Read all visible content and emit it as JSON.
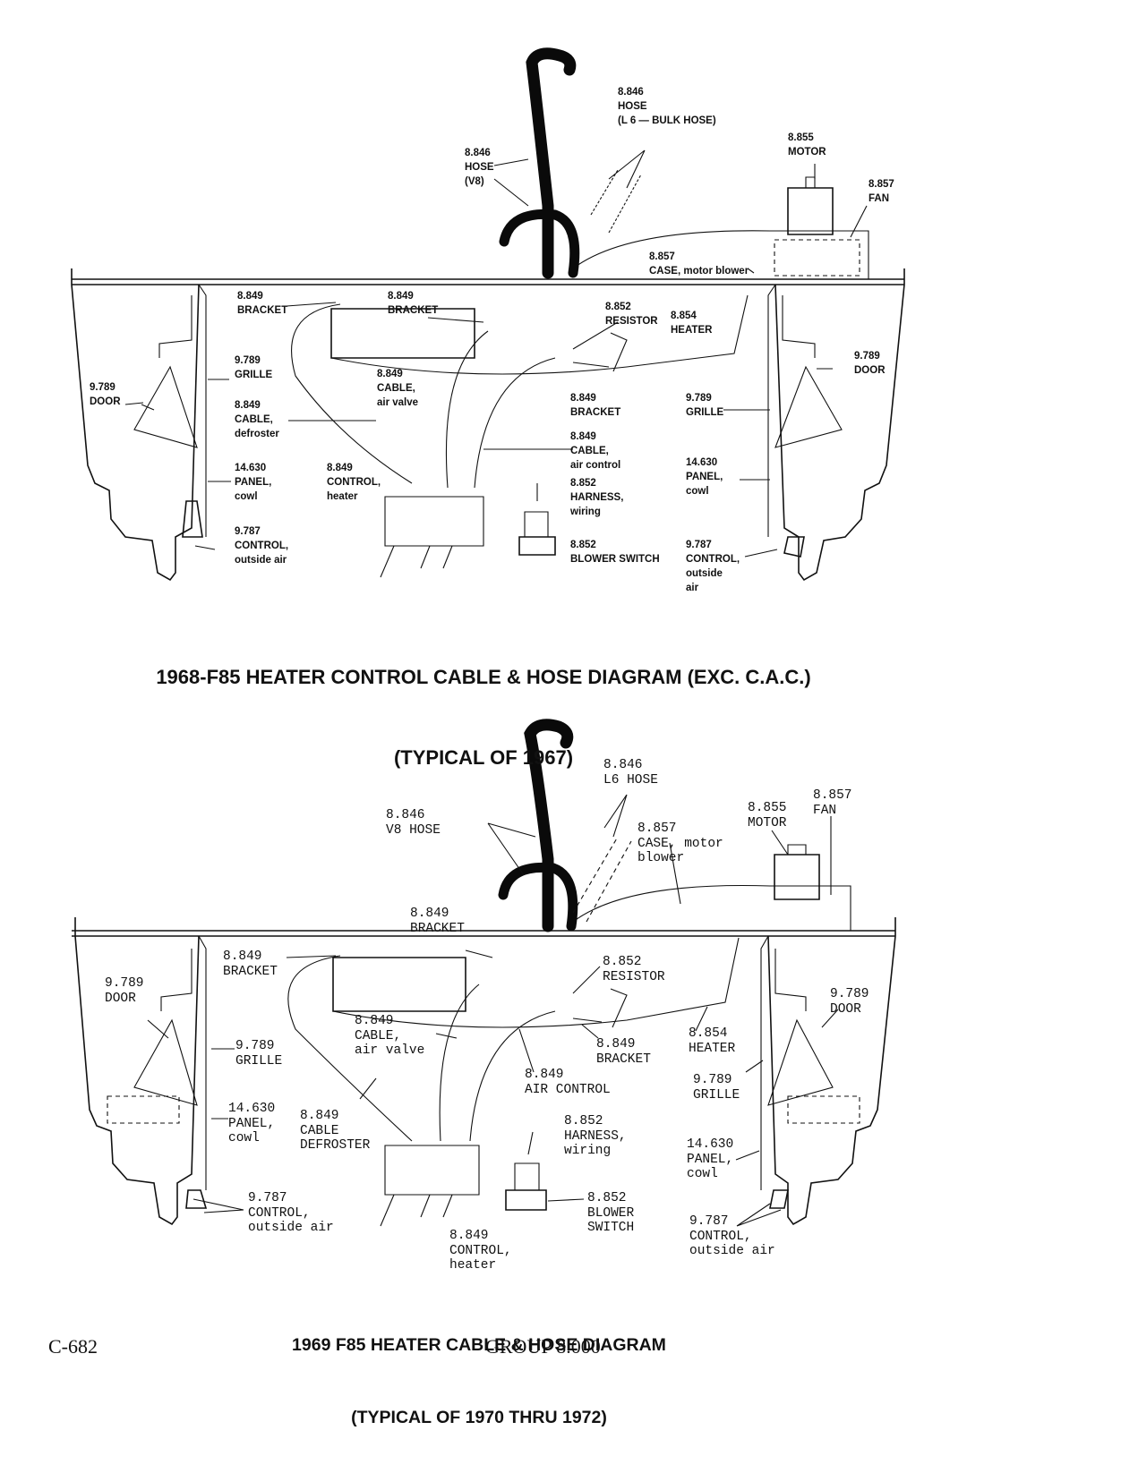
{
  "diagram1": {
    "caption_line1": "1968-F85 HEATER CONTROL CABLE & HOSE DIAGRAM (EXC. C.A.C.)",
    "caption_line2": "(TYPICAL OF 1967)",
    "labels": {
      "hose_l6": "8.846\nHOSE\n(L 6 — BULK HOSE)",
      "hose_v8": "8.846\nHOSE\n(V8)",
      "motor": "8.855\nMOTOR",
      "fan": "8.857\nFAN",
      "case": "8.857\nCASE, motor blower",
      "bracket_left": "8.849\nBRACKET",
      "bracket_mid": "8.849\nBRACKET",
      "resistor": "8.852\nRESISTOR",
      "heater": "8.854\nHEATER",
      "grille_left": "9.789\nGRILLE",
      "door_left": "9.789\nDOOR",
      "cable_defroster": "8.849\nCABLE,\ndefroster",
      "cable_air_valve": "8.849\nCABLE,\nair valve",
      "bracket_lower": "8.849\nBRACKET",
      "door_right": "9.789\nDOOR",
      "grille_right": "9.789\nGRILLE",
      "cable_air_control": "8.849\nCABLE,\nair control",
      "panel_cowl_left": "14.630\nPANEL,\ncowl",
      "control_heater": "8.849\nCONTROL,\nheater",
      "harness": "8.852\nHARNESS,\nwiring",
      "panel_cowl_right": "14.630\nPANEL,\ncowl",
      "control_outside_air_left": "9.787\nCONTROL,\noutside air",
      "blower_switch": "8.852\nBLOWER SWITCH",
      "control_outside_air_right": "9.787\nCONTROL,\noutside\nair"
    }
  },
  "diagram2": {
    "caption_line1": "1969 F85 HEATER CABLE & HOSE DIAGRAM",
    "caption_line2": "(TYPICAL OF 1970 THRU 1972)",
    "labels": {
      "l6_hose": "8.846\nL6 HOSE",
      "v8_hose": "8.846\nV8 HOSE",
      "motor": "8.855\nMOTOR",
      "fan": "8.857\nFAN",
      "case": "8.857\nCASE, motor\nblower",
      "bracket_top": "8.849\nBRACKET",
      "bracket_left": "8.849\nBRACKET",
      "resistor": "8.852\nRESISTOR",
      "door_left": "9.789\nDOOR",
      "door_right": "9.789\nDOOR",
      "cable_air_valve": "8.849\nCABLE,\nair valve",
      "bracket_lower": "8.849\nBRACKET",
      "heater": "8.854\nHEATER",
      "grille_left": "9.789\nGRILLE",
      "air_control": "8.849\nAIR CONTROL",
      "grille_right": "9.789\nGRILLE",
      "panel_cowl_left": "14.630\nPANEL,\ncowl",
      "cable_defroster": "8.849\nCABLE\nDEFROSTER",
      "harness": "8.852\nHARNESS,\nwiring",
      "panel_cowl_right": "14.630\nPANEL,\ncowl",
      "control_outside_air_left": "9.787\nCONTROL,\noutside air",
      "blower_switch": "8.852\nBLOWER\nSWITCH",
      "control_outside_air_right": "9.787\nCONTROL,\noutside air",
      "control_heater": "8.849\nCONTROL,\nheater"
    }
  },
  "footer": {
    "page": "C-682",
    "group": "GROUP 8.000"
  }
}
